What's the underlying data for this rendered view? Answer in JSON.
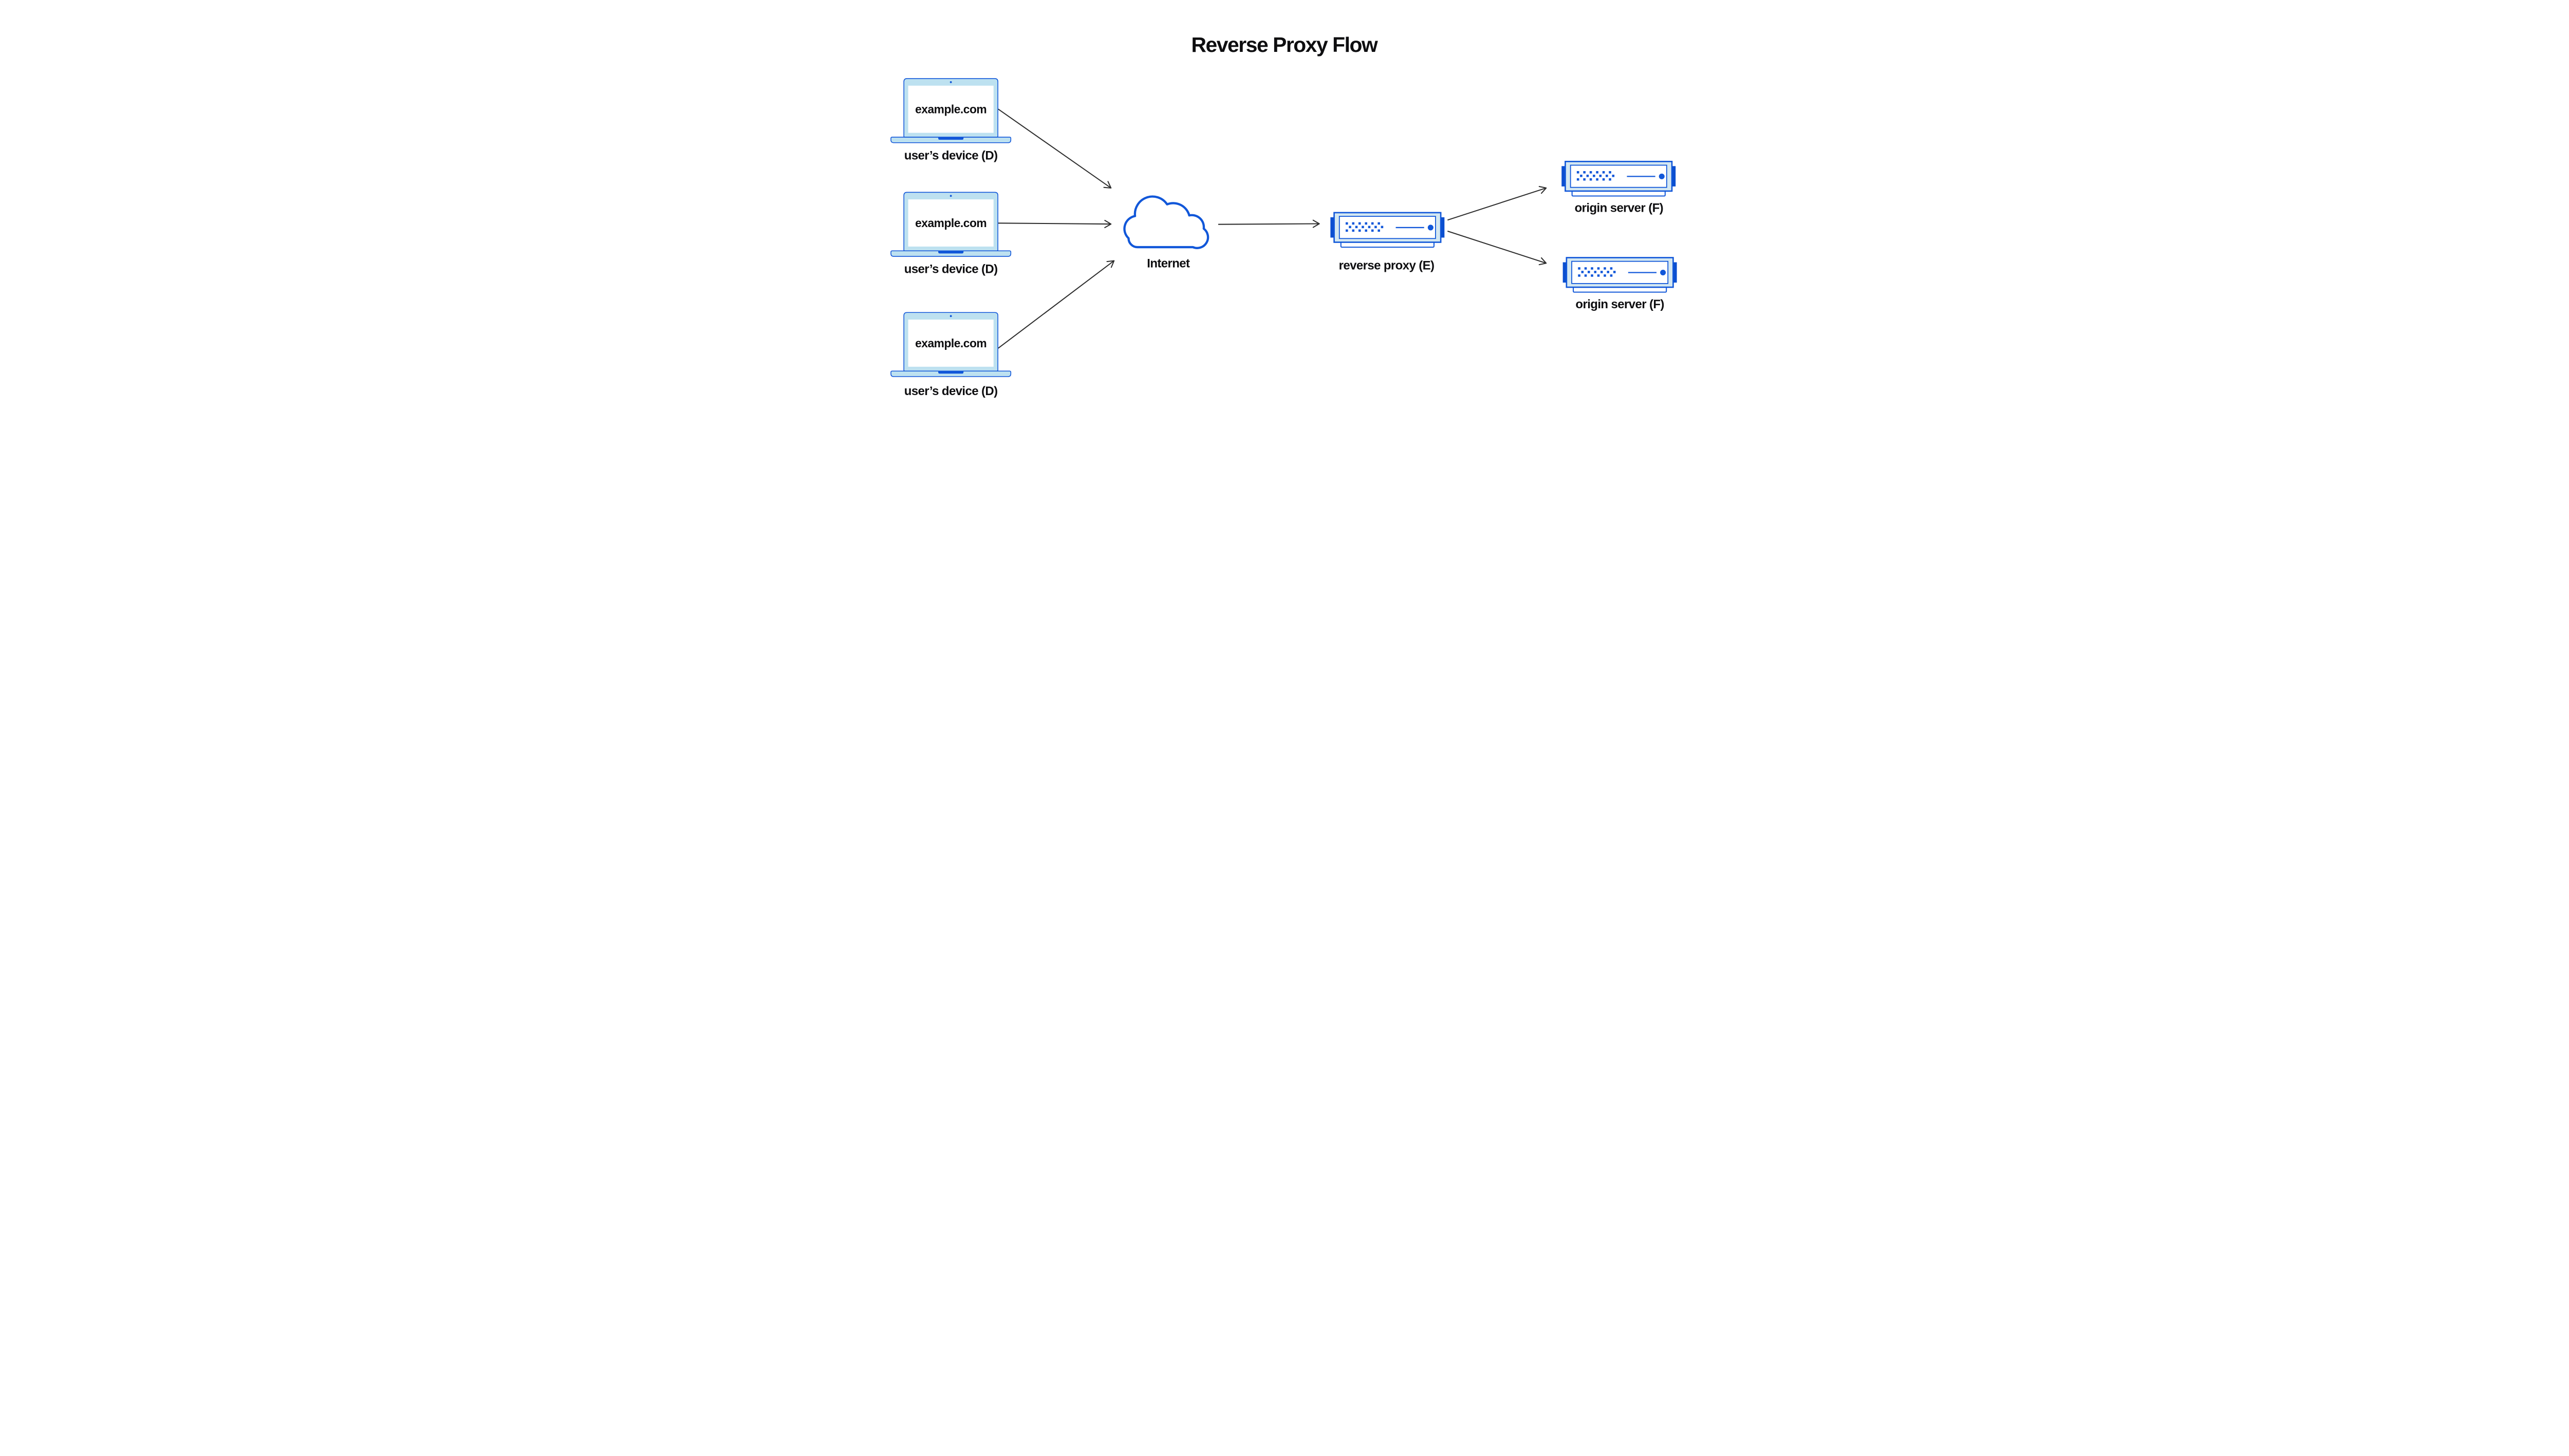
{
  "title": "Reverse Proxy Flow",
  "colors": {
    "primary_blue": "#1157D9",
    "dark_blue": "#0B4FD0",
    "laptop_fill": "#BDE1F0",
    "server_fill": "#D4E8F1",
    "arrow": "#2D2D2D",
    "text": "#0E0E10",
    "background": "#FFFFFF"
  },
  "user_devices": [
    {
      "screen_label": "example.com",
      "caption": "user’s device (D)"
    },
    {
      "screen_label": "example.com",
      "caption": "user’s device (D)"
    },
    {
      "screen_label": "example.com",
      "caption": "user’s device (D)"
    }
  ],
  "internet": {
    "caption": "Internet"
  },
  "reverse_proxy": {
    "caption": "reverse proxy (E)"
  },
  "origin_servers": [
    {
      "caption": "origin server (F)"
    },
    {
      "caption": "origin server (F)"
    }
  ]
}
